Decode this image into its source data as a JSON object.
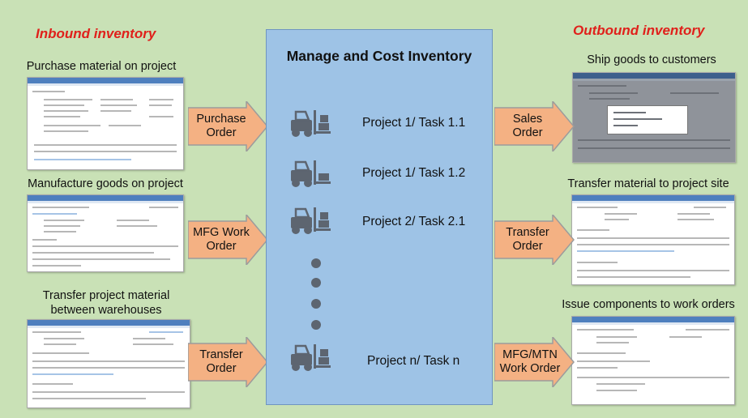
{
  "inbound": {
    "title": "Inbound inventory",
    "items": [
      {
        "caption": "Purchase material on project",
        "order": [
          "Purchase",
          "Order"
        ]
      },
      {
        "caption": "Manufacture goods on project",
        "order": [
          "MFG Work",
          "Order"
        ]
      },
      {
        "caption": [
          "Transfer project material",
          "between warehouses"
        ],
        "order": [
          "Transfer",
          "Order"
        ]
      }
    ]
  },
  "center": {
    "title": "Manage and Cost Inventory",
    "tasks": [
      "Project 1/ Task 1.1",
      "Project 1/ Task 1.2",
      "Project 2/ Task 2.1",
      "Project n/ Task n"
    ]
  },
  "outbound": {
    "title": "Outbound inventory",
    "items": [
      {
        "caption": "Ship goods to customers",
        "order": [
          "Sales",
          "Order"
        ]
      },
      {
        "caption": "Transfer material to project site",
        "order": [
          "Transfer",
          "Order"
        ]
      },
      {
        "caption": "Issue components to work orders",
        "order": [
          "MFG/MTN",
          "Work Order"
        ]
      }
    ]
  },
  "colors": {
    "background": "#c9e1b6",
    "accent_title": "#e0201b",
    "center_box": "#9ec3e6",
    "arrow_fill": "#f4b183",
    "arrow_stroke": "#9c9c9c",
    "icon_gray": "#5d6570"
  }
}
